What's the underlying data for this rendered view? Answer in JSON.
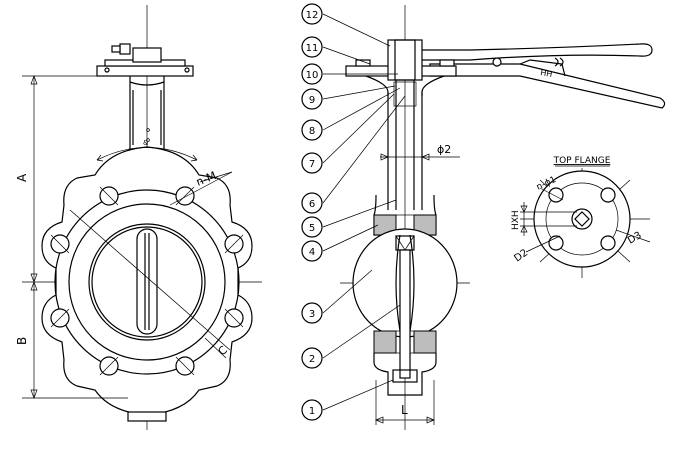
{
  "front_view": {
    "dimension_a": "A",
    "dimension_b": "B",
    "label_n_m": "n-M",
    "label_c": "C"
  },
  "side_view": {
    "callouts": [
      "1",
      "2",
      "3",
      "4",
      "5",
      "6",
      "7",
      "8",
      "9",
      "10",
      "11",
      "12"
    ],
    "label_phi2": "ϕ2",
    "dimension_l": "L"
  },
  "top_flange": {
    "title": "TOP FLANGE",
    "label_n_phi1": "n-ϕ1",
    "label_hxh": "HXH",
    "label_d2": "D2",
    "label_d3": "D3"
  }
}
